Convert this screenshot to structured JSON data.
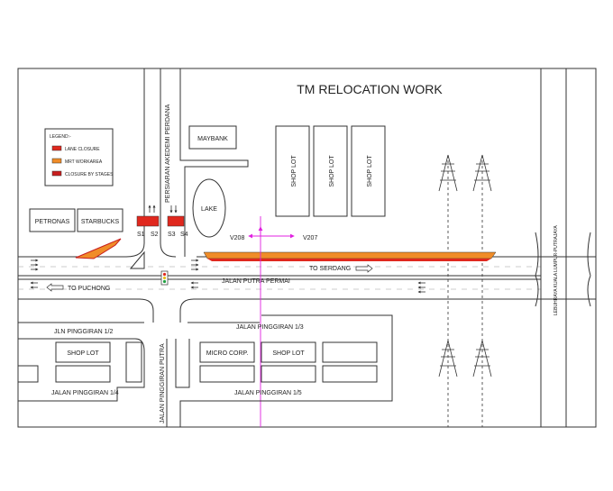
{
  "title": "TM RELOCATION WORK",
  "legend": {
    "heading": "LEGEND:-",
    "items": [
      {
        "label": "LANE CLOSURE",
        "color": "#e0281e"
      },
      {
        "label": "MRT WORKAREA",
        "color": "#f08c28"
      },
      {
        "label": "CLOSURE BY STAGES",
        "color": "#c81e1e"
      }
    ]
  },
  "buildings": {
    "maybank": "MAYBANK",
    "petronas": "PETRONAS",
    "starbucks": "STARBUCKS",
    "lake": "LAKE",
    "shop_lot": "SHOP LOT",
    "micro_corp": "MICRO CORP."
  },
  "roads": {
    "persiaran": "PERSIARAN AKEDEMI PERDANA",
    "putra_permai": "JALAN PUTRA PERMAI",
    "to_serdang": "TO SERDANG",
    "to_puchong": "TO PUCHONG",
    "pinggiran_1_2": "JLN PINGGIRAN 1/2",
    "pinggiran_1_3": "JALAN PINGGIRAN 1/3",
    "pinggiran_1_4": "JALAN PINGGIRAN 1/4",
    "pinggiran_1_5": "JALAN PINGGIRAN 1/5",
    "pinggiran_putra": "JALAN PINGGIRAN PUTRA",
    "lebuhraya": "LEBUHRAYA KUALA LUMPUR-PUTRAJAYA"
  },
  "stages": [
    "S1",
    "S2",
    "S3",
    "S4"
  ],
  "views": [
    "V208",
    "V207"
  ],
  "colors": {
    "lane_closure": "#e0281e",
    "mrt_workarea": "#f08c28",
    "view_marker": "#e020e0"
  }
}
